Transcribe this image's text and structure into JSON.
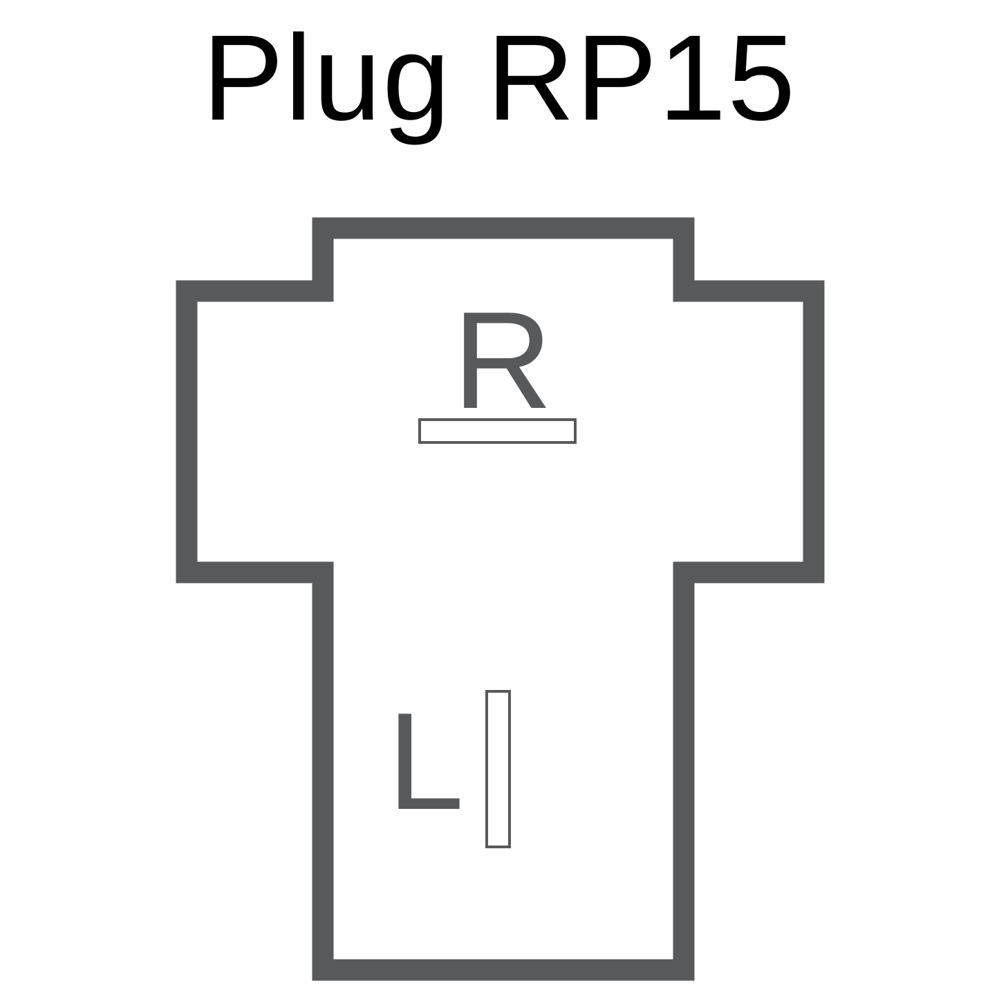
{
  "title": "Plug RP15",
  "colors": {
    "outline": "#58595b",
    "label": "#58595b",
    "text": "#000000",
    "background": "#ffffff"
  },
  "pins": [
    {
      "label": "R"
    },
    {
      "label": "L"
    }
  ]
}
